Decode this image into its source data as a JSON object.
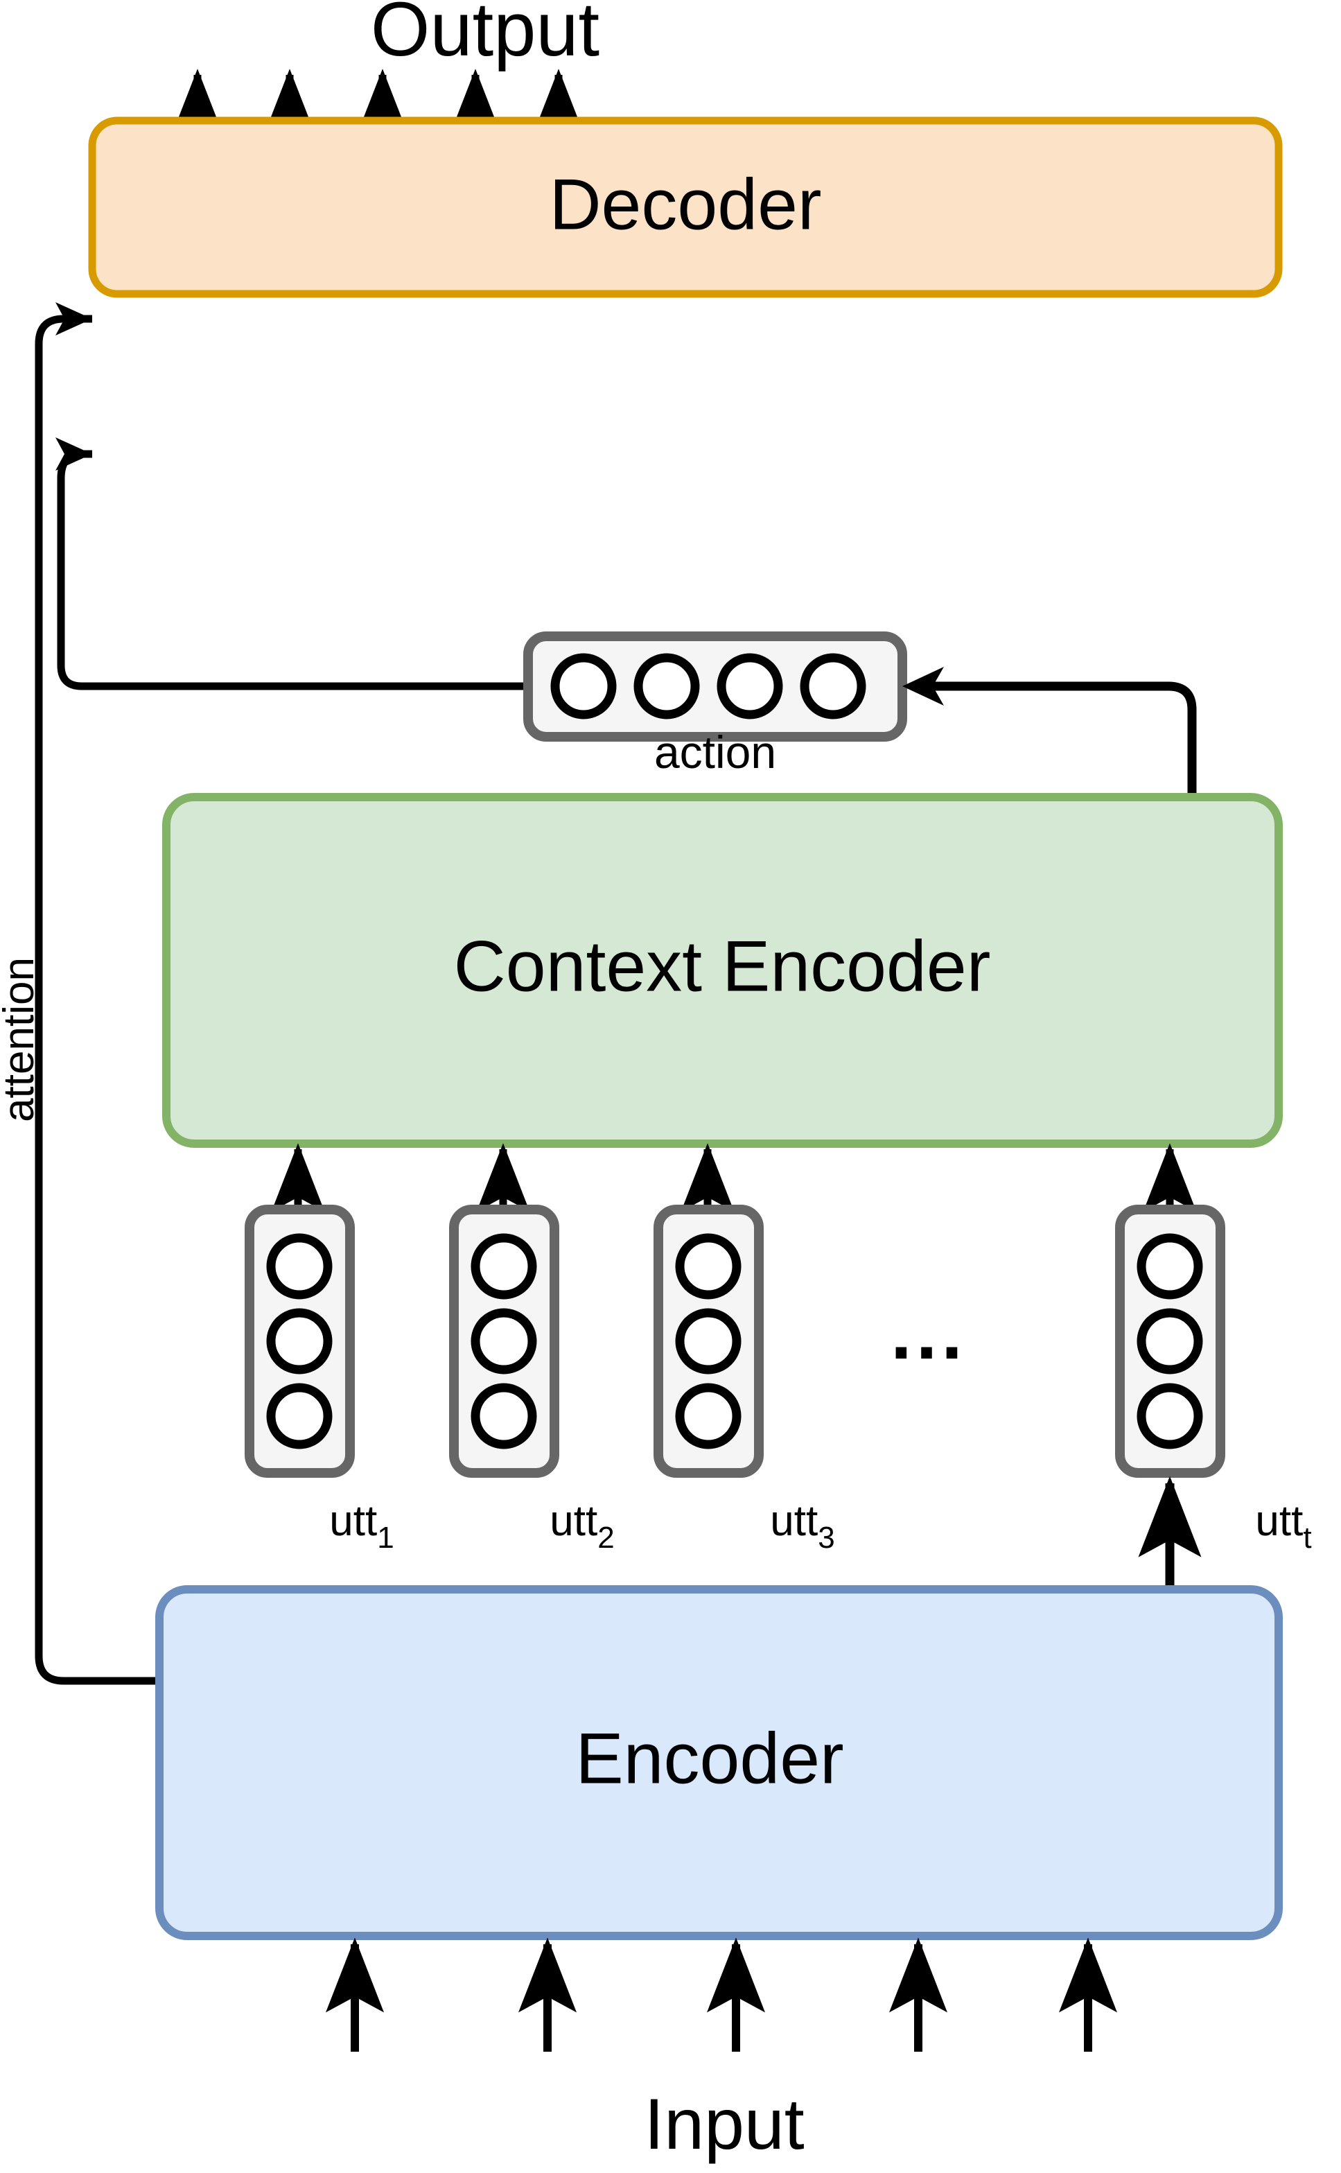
{
  "diagram": {
    "title_top": "Output",
    "title_bottom": "Input",
    "attention_label": "attention",
    "ellipsis": "...",
    "colors": {
      "decoder_stroke": "#D79B00",
      "decoder_fill": "#FCE3C8",
      "context_encoder_stroke": "#82B366",
      "context_encoder_fill": "#D5E8D4",
      "encoder_stroke": "#6C8EBF",
      "encoder_fill": "#DAE8FC",
      "vector_stroke": "#666666",
      "vector_fill": "#F5F5F5",
      "arrow": "#000000",
      "circle_stroke": "#000000",
      "circle_fill": "#FFFFFF",
      "background": "#FFFFFF"
    },
    "blocks": [
      {
        "id": "decoder",
        "label": "Decoder"
      },
      {
        "id": "context-encoder",
        "label": "Context Encoder"
      },
      {
        "id": "encoder",
        "label": "Encoder"
      }
    ],
    "action_vector": {
      "label": "action",
      "circle_count": 4,
      "orientation": "horizontal"
    },
    "utterance_vectors": [
      {
        "id": "utt1",
        "base": "utt",
        "sub": "1",
        "circle_count": 3
      },
      {
        "id": "utt2",
        "base": "utt",
        "sub": "2",
        "circle_count": 3
      },
      {
        "id": "utt3",
        "base": "utt",
        "sub": "3",
        "circle_count": 3
      },
      {
        "id": "uttt",
        "base": "utt",
        "sub": "t",
        "circle_count": 3
      }
    ],
    "output_arrow_count": 5,
    "input_arrow_count": 5
  }
}
